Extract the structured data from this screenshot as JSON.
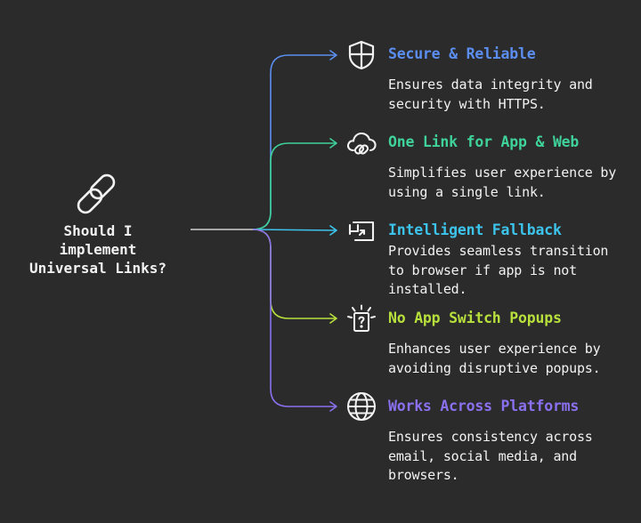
{
  "center": {
    "label": "Should I\nimplement\nUniversal Links?",
    "icon": "chain-link-icon"
  },
  "branches": [
    {
      "title": "Secure & Reliable",
      "description": "Ensures data integrity and\nsecurity with HTTPS.",
      "color": "#5b8ef0",
      "icon": "shield-icon"
    },
    {
      "title": "One Link for App & Web",
      "description": "Simplifies user experience by\nusing a single link.",
      "color": "#3fd29a",
      "icon": "cloud-link-icon"
    },
    {
      "title": "Intelligent Fallback",
      "description": "Provides seamless transition\nto browser if app is not\ninstalled.",
      "color": "#3cc4ec",
      "icon": "fallback-window-icon"
    },
    {
      "title": "No App Switch Popups",
      "description": "Enhances user experience by\navoiding disruptive popups.",
      "color": "#b8e03c",
      "icon": "popup-question-icon"
    },
    {
      "title": "Works Across Platforms",
      "description": "Ensures consistency across\nemail, social media, and\nbrowsers.",
      "color": "#8a70ee",
      "icon": "globe-icon"
    }
  ]
}
